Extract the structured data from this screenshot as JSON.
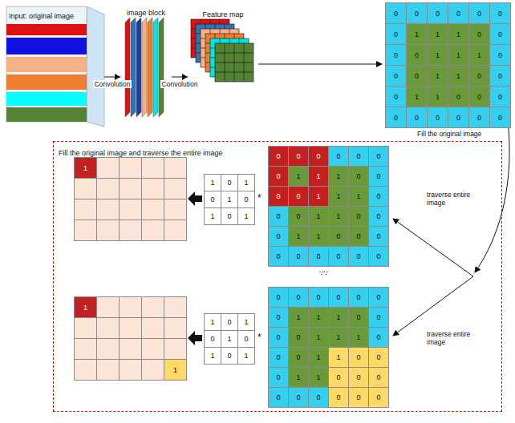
{
  "diagram": {
    "nodes": [
      {
        "text": [
          "Input: original image"
        ]
      },
      {
        "text": [
          "image block"
        ]
      },
      {
        "text": [
          "Feature map"
        ]
      },
      {
        "text": [
          "Fill the original image and traverse the entire image"
        ]
      }
    ],
    "edges": [
      {
        "from": 0,
        "to": 1,
        "arrow": "to",
        "label": "Convolution"
      },
      {
        "from": 1,
        "to": 2,
        "arrow": "to",
        "label": "Convolution"
      }
    ],
    "labels": [
      "0",
      "0",
      "0",
      "0",
      "0",
      "0",
      "0",
      "1",
      "1",
      "1",
      "0",
      "0",
      "0",
      "0",
      "1",
      "1",
      "1",
      "0",
      "0",
      "0",
      "1",
      "1",
      "0",
      "0",
      "0",
      "1",
      "1",
      "0",
      "0",
      "0",
      "0",
      "0",
      "0",
      "0",
      "0",
      "0",
      "Fill the original image",
      "1",
      "1",
      "0",
      "1",
      "0",
      "1",
      "0",
      "1",
      "0",
      "1",
      "*",
      "0",
      "0",
      "0",
      "0",
      "0",
      "0",
      "0",
      "1",
      "1",
      "1",
      "0",
      "0",
      "0",
      "0",
      "1",
      "1",
      "1",
      "0",
      "0",
      "0",
      "1",
      "1",
      "0",
      "0",
      "0",
      "1",
      "1",
      "0",
      "0",
      "0",
      "0",
      "0",
      "0",
      "0",
      "0",
      "0",
      "traverse entire image",
      "∵∵",
      "1",
      "1",
      "1",
      "0",
      "1",
      "0",
      "1",
      "0",
      "1",
      "0",
      "1",
      "*",
      "0",
      "0",
      "0",
      "0",
      "0",
      "0",
      "0",
      "1",
      "1",
      "1",
      "0",
      "0",
      "0",
      "0",
      "1",
      "1",
      "1",
      "0",
      "0",
      "0",
      "1",
      "1",
      "0",
      "0",
      "0",
      "1",
      "1",
      "0",
      "0",
      "0",
      "0",
      "0",
      "0",
      "0",
      "0",
      "0",
      "traverse entire image"
    ]
  }
}
